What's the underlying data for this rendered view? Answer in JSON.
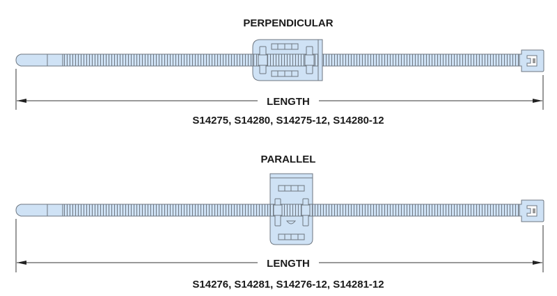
{
  "diagrams": [
    {
      "title": "PERPENDICULAR",
      "dimension_label": "LENGTH",
      "part_numbers": "S14275, S14280, S14275-12, S14280-12",
      "mount_orientation": "perpendicular"
    },
    {
      "title": "PARALLEL",
      "dimension_label": "LENGTH",
      "part_numbers": "S14276, S14281, S14276-12, S14281-12",
      "mount_orientation": "parallel"
    }
  ],
  "colors": {
    "part_fill": "#cfe2f5",
    "part_stroke": "#6d7680",
    "text": "#1a1a1a"
  }
}
